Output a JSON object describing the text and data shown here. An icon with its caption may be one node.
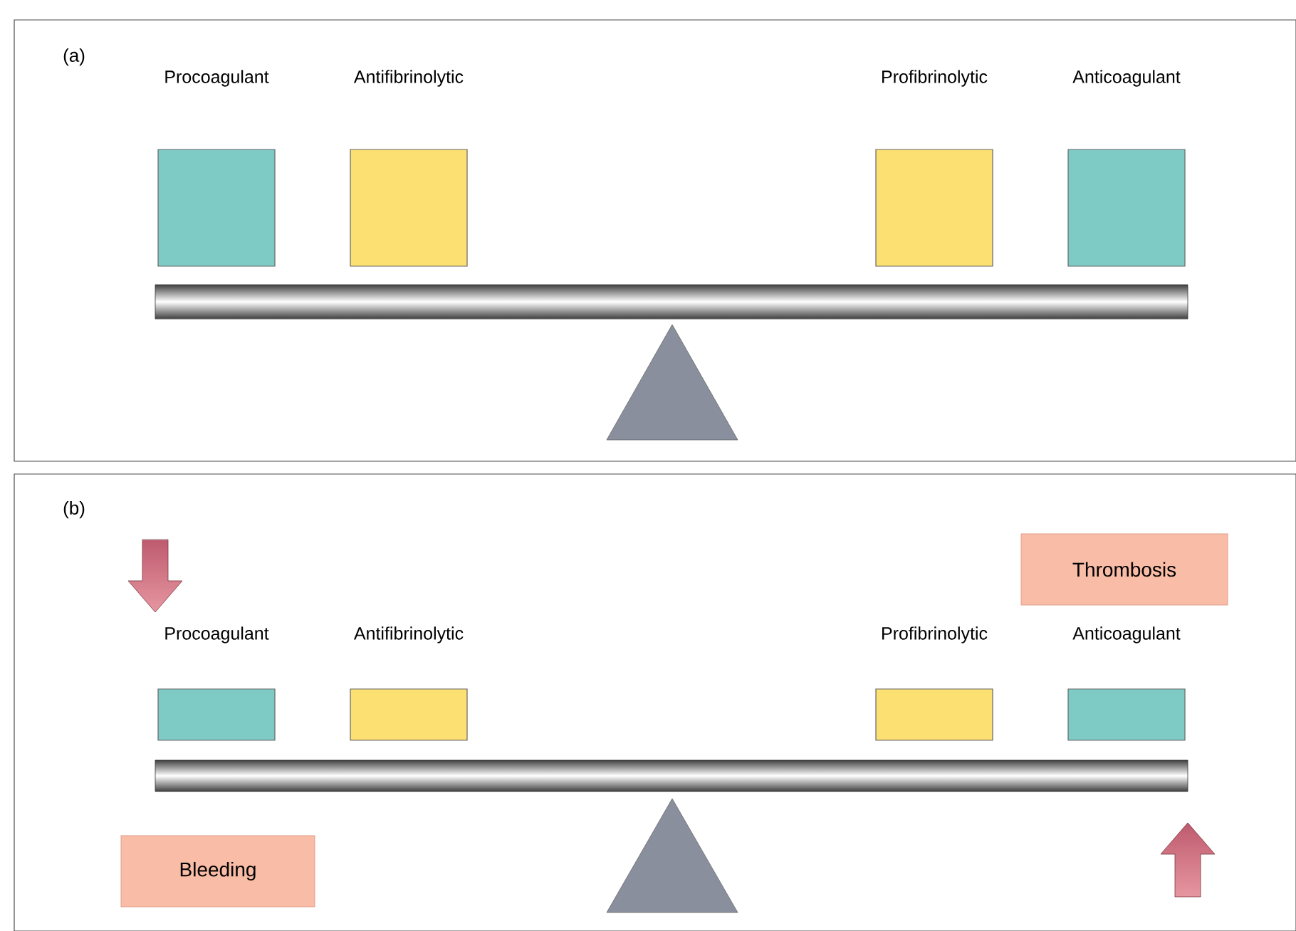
{
  "diagram": {
    "nodes": [
      {
        "text": [
          "(a)"
        ]
      },
      {
        "text": [
          "Procoagulant"
        ],
        "in": 0
      },
      {
        "text": [
          "Antifibrinolytic"
        ],
        "in": 0
      },
      {
        "text": [
          "Profibrinolytic"
        ],
        "in": 0
      },
      {
        "text": [
          "Anticoagulant"
        ],
        "in": 0
      },
      {
        "text": [
          "(b)"
        ]
      },
      {
        "text": [
          "Procoagulant"
        ],
        "in": 5
      },
      {
        "text": [
          "Antifibrinolytic"
        ],
        "in": 5
      },
      {
        "text": [
          "Profibrinolytic"
        ],
        "in": 5
      },
      {
        "text": [
          "Anticoagulant"
        ],
        "in": 5
      },
      {
        "text": [
          "Thrombosis"
        ],
        "in": 5
      },
      {
        "text": [
          "Bleeding"
        ],
        "in": 5
      }
    ],
    "edges": []
  }
}
